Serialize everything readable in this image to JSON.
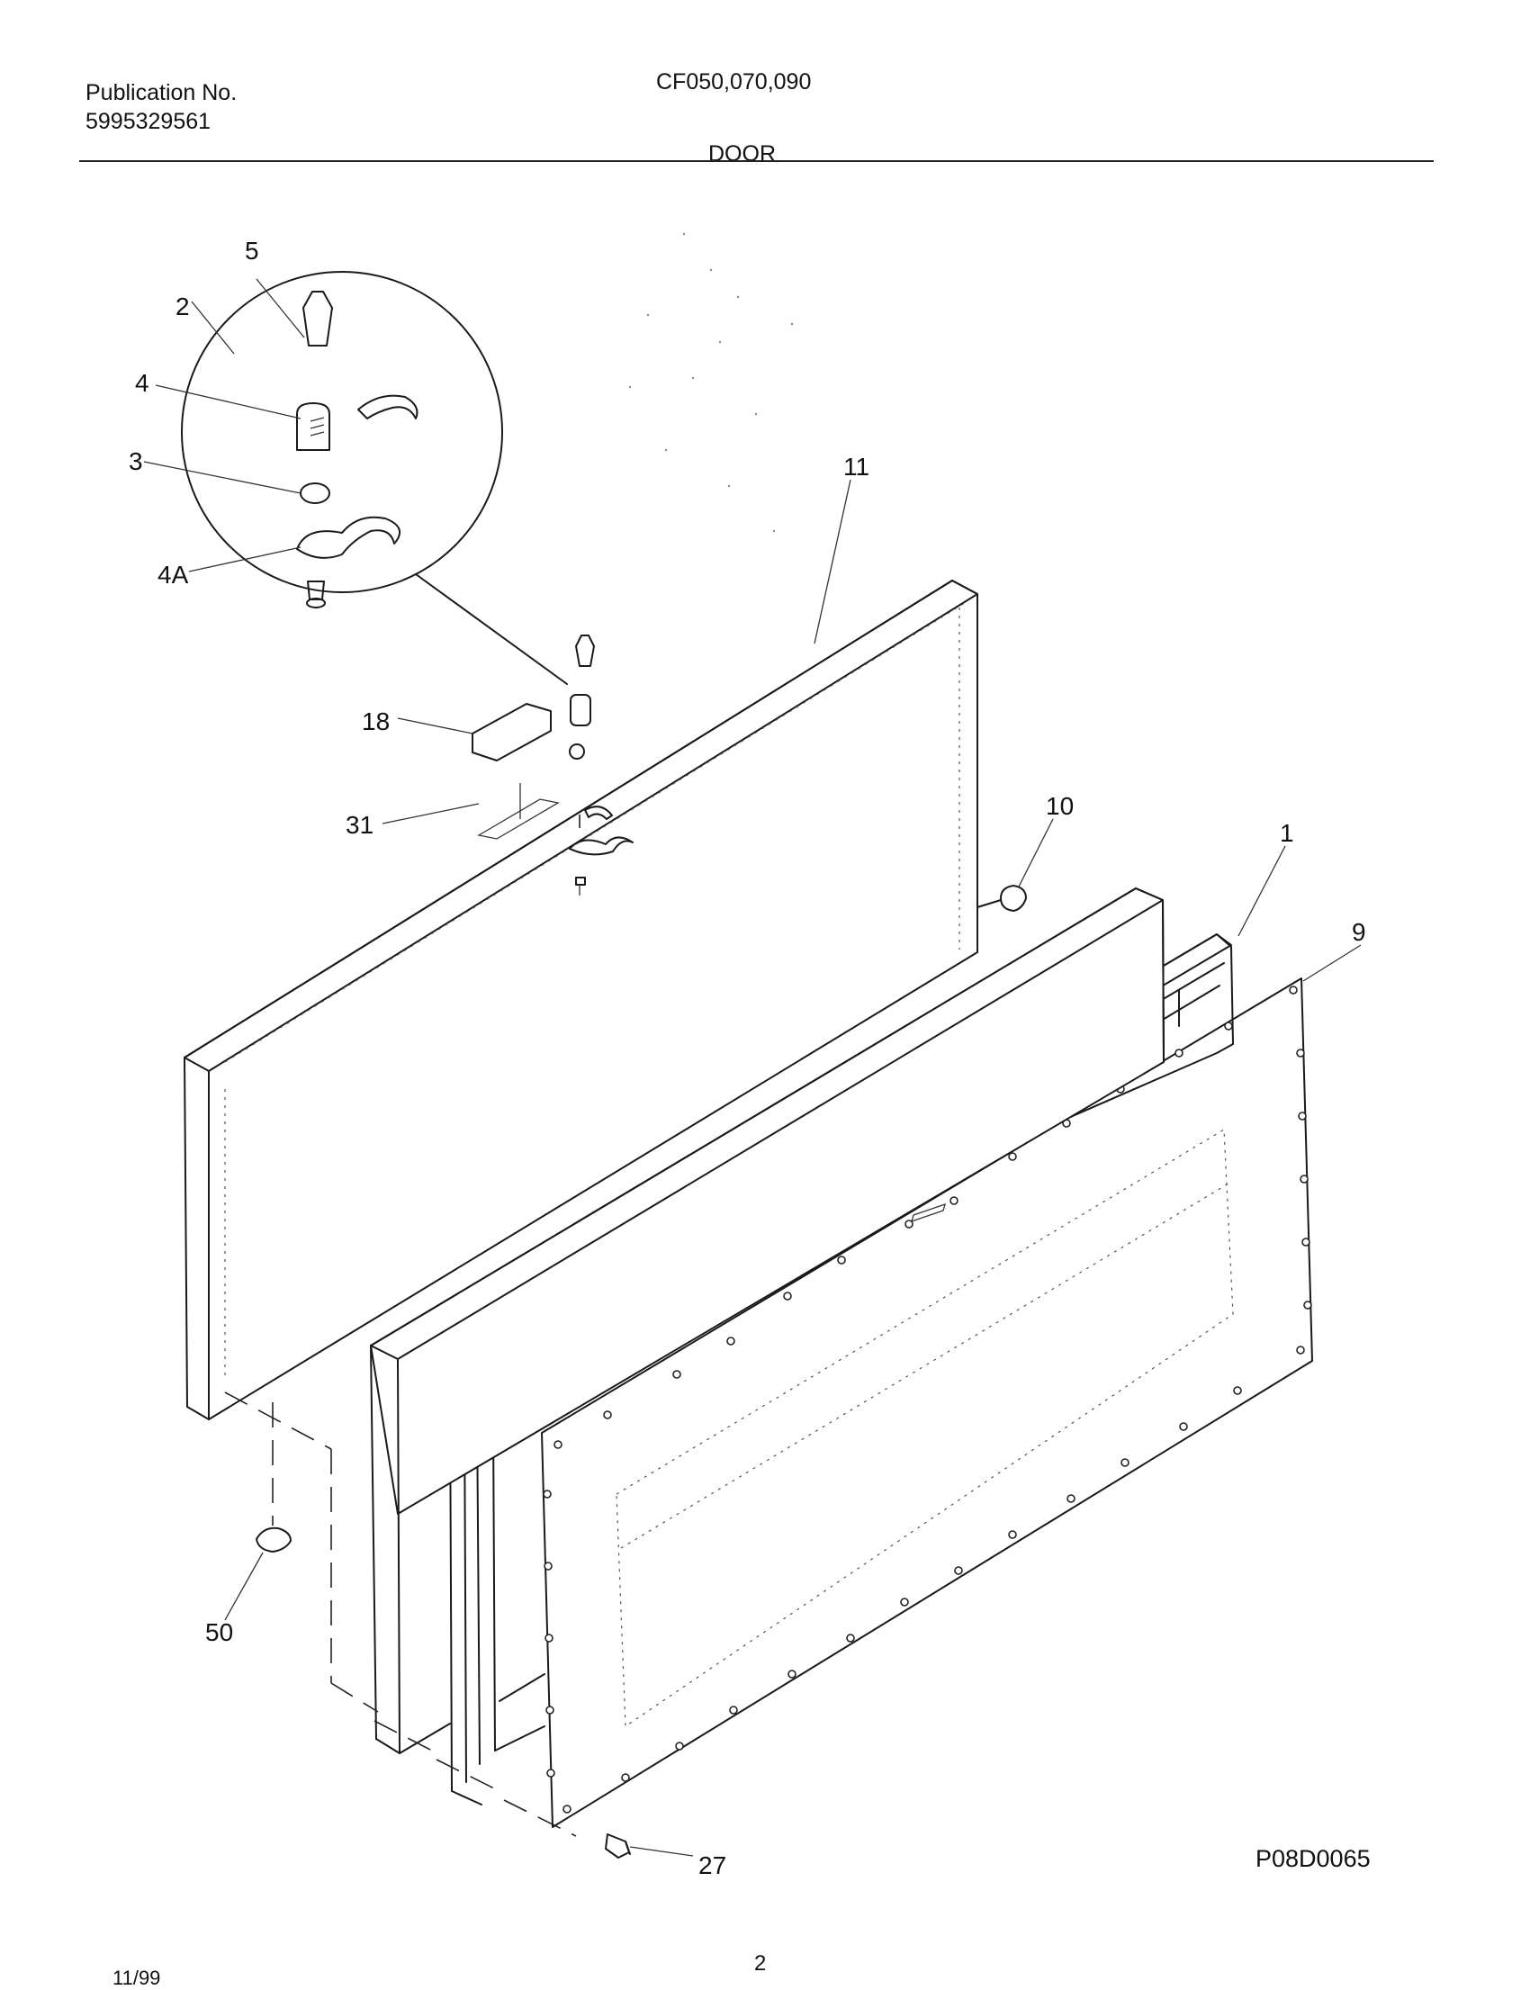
{
  "header": {
    "publication_label": "Publication No.",
    "publication_number": "5995329561",
    "models": "CF050,070,090",
    "section": "DOOR"
  },
  "callouts": {
    "c1": "1",
    "c2": "2",
    "c3": "3",
    "c4": "4",
    "c4a": "4A",
    "c5": "5",
    "c9": "9",
    "c10": "10",
    "c11": "11",
    "c18": "18",
    "c27": "27",
    "c31": "31",
    "c50": "50"
  },
  "footer": {
    "drawing_id": "P08D0065",
    "date": "11/99",
    "page": "2"
  },
  "icons": [
    "lock-cylinder-icon",
    "lock-key-icon",
    "o-ring-icon",
    "lock-cam-icon",
    "screw-icon",
    "bumper-icon",
    "door-panel-icon",
    "door-liner-icon",
    "gasket-icon",
    "inner-panel-icon"
  ]
}
